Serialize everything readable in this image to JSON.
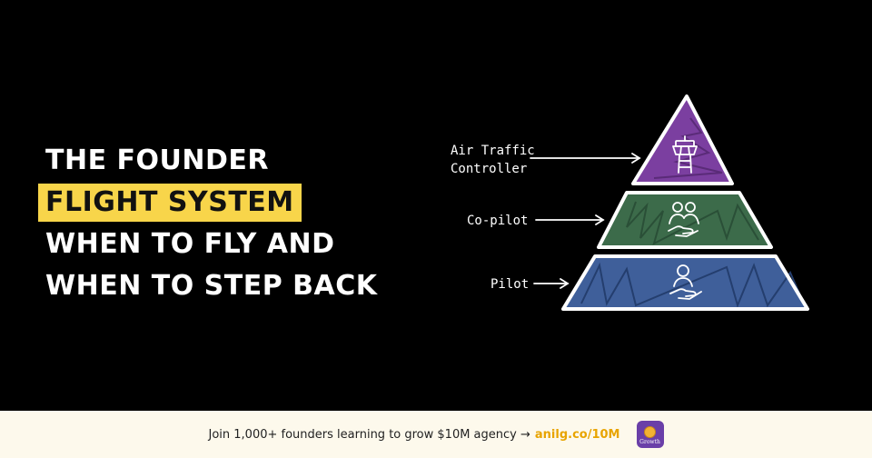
{
  "headline": {
    "line1": "THE FOUNDER",
    "line2": "FLIGHT SYSTEM",
    "line3": "WHEN TO FLY AND",
    "line4": "WHEN TO STEP BACK"
  },
  "pyramid": {
    "levels": [
      {
        "label_line1": "Air Traffic",
        "label_line2": "Controller",
        "icon": "control-tower-icon",
        "color": "#7b3fa0"
      },
      {
        "label": "Co-pilot",
        "icon": "team-hand-icon",
        "color": "#3c6b4a"
      },
      {
        "label": "Pilot",
        "icon": "person-hand-icon",
        "color": "#3f5f9a"
      }
    ]
  },
  "footer": {
    "text": "Join 1,000+ founders learning to grow $10M agency →",
    "link": "anilg.co/10M",
    "badge_text": "Growth"
  },
  "colors": {
    "background": "#000000",
    "highlight": "#f8d54a",
    "footer_bg": "#fdf9ec",
    "link": "#e8a400"
  }
}
